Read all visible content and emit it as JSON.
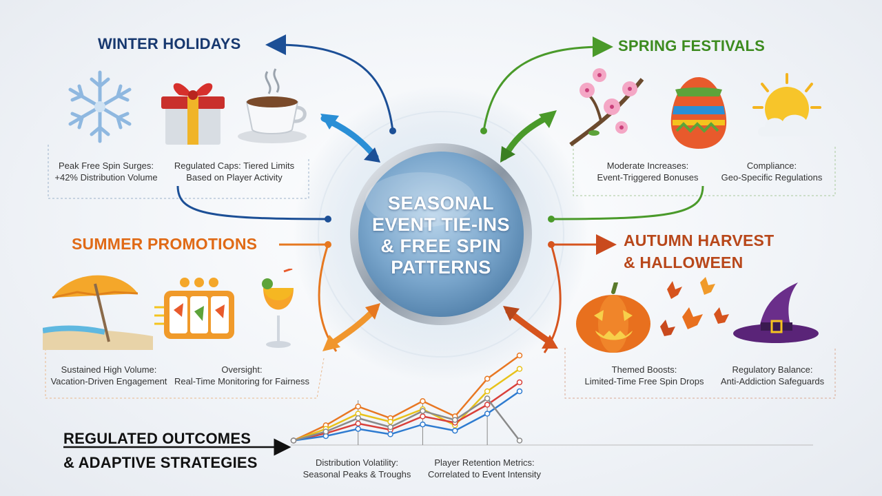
{
  "hub": {
    "title_lines": [
      "SEASONAL",
      "EVENT TIE-INS",
      "& FREE SPIN",
      "PATTERNS"
    ]
  },
  "seasons": {
    "winter": {
      "title": "WINTER HOLIDAYS",
      "captions": [
        {
          "lines": [
            "Peak Free Spin Surges:",
            "+42% Distribution Volume"
          ]
        },
        {
          "lines": [
            "Regulated Caps: Tiered Limits",
            "Based on Player Activity"
          ]
        }
      ],
      "icons": [
        "snowflake-icon",
        "gift-box-icon",
        "coffee-cup-icon"
      ],
      "color": "#17386f"
    },
    "spring": {
      "title": "SPRING FESTIVALS",
      "captions": [
        {
          "lines": [
            "Moderate Increases:",
            "Event-Triggered Bonuses"
          ]
        },
        {
          "lines": [
            "Compliance:",
            "Geo-Specific Regulations"
          ]
        }
      ],
      "icons": [
        "cherry-blossom-icon",
        "easter-egg-icon",
        "sun-icon"
      ],
      "color": "#3d8b1f"
    },
    "summer": {
      "title": "SUMMER PROMOTIONS",
      "captions": [
        {
          "lines": [
            "Sustained High Volume:",
            "Vacation-Driven Engagement"
          ]
        },
        {
          "lines": [
            "Oversight:",
            "Real-Time Monitoring for Fairness"
          ]
        }
      ],
      "icons": [
        "beach-umbrella-icon",
        "slot-machine-icon",
        "cocktail-icon"
      ],
      "color": "#e06a16"
    },
    "autumn": {
      "title_lines": [
        "AUTUMN HARVEST",
        "& HALLOWEEN"
      ],
      "captions": [
        {
          "lines": [
            "Themed Boosts:",
            "Limited-Time Free Spin Drops"
          ]
        },
        {
          "lines": [
            "Regulatory Balance:",
            "Anti-Addiction Safeguards"
          ]
        }
      ],
      "icons": [
        "pumpkin-icon",
        "autumn-leaves-icon",
        "witch-hat-icon"
      ],
      "color": "#b8471a"
    }
  },
  "bottom": {
    "title_lines": [
      "REGULATED OUTCOMES",
      "& ADAPTIVE STRATEGIES"
    ],
    "captions": [
      {
        "lines": [
          "Distribution Volatility:",
          "Seasonal Peaks & Troughs"
        ]
      },
      {
        "lines": [
          "Player Retention Metrics:",
          "Correlated to Event Intensity"
        ]
      }
    ]
  },
  "chart_data": {
    "type": "line",
    "title": "",
    "xlabel": "",
    "ylabel": "",
    "x": [
      1,
      2,
      3,
      4,
      5,
      6,
      7,
      8
    ],
    "ylim": [
      0,
      10
    ],
    "series": [
      {
        "values": [
          0.5,
          2.2,
          4.3,
          3.0,
          4.9,
          3.2,
          7.4,
          10.0
        ],
        "color": "#e87722"
      },
      {
        "values": [
          0.5,
          1.8,
          3.5,
          2.6,
          4.0,
          2.2,
          6.0,
          8.5
        ],
        "color": "#e8c21a"
      },
      {
        "values": [
          0.5,
          1.3,
          2.4,
          1.7,
          3.2,
          2.5,
          4.5,
          7.0
        ],
        "color": "#d9403a"
      },
      {
        "values": [
          0.5,
          1.0,
          1.8,
          1.2,
          2.3,
          1.6,
          3.5,
          6.0
        ],
        "color": "#2e7bd0"
      },
      {
        "values": [
          0.5,
          1.5,
          3.0,
          2.0,
          3.8,
          2.8,
          5.2,
          0.5
        ],
        "color": "#8a8a8a"
      }
    ]
  }
}
